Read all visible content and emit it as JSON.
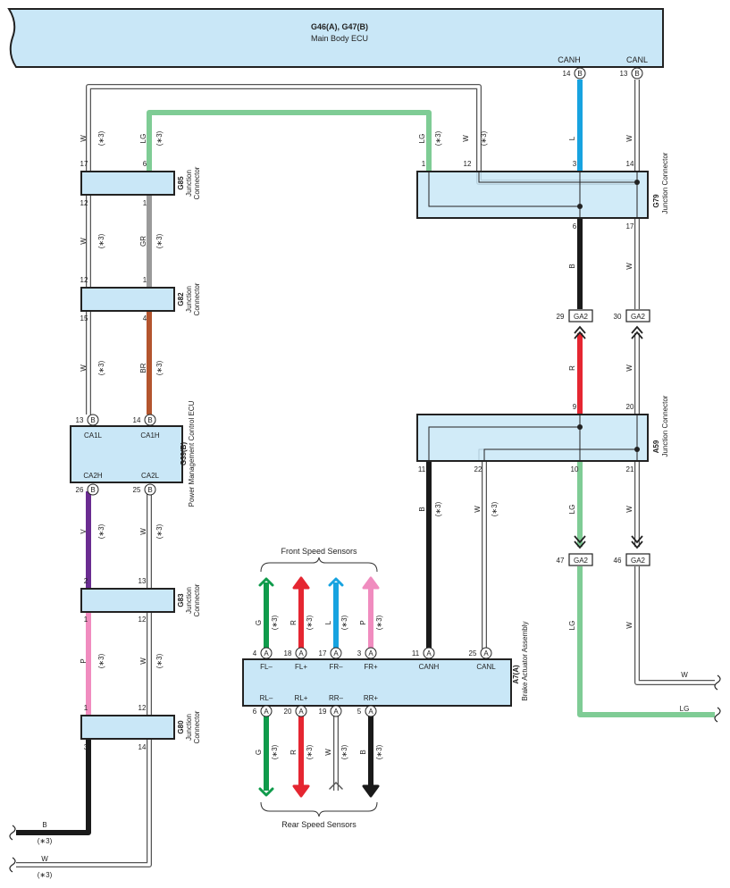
{
  "main_ecu": {
    "title": "G46(A), G47(B)",
    "subtitle": "Main Body ECU",
    "canh_label": "CANH",
    "canl_label": "CANL",
    "canh_pin": "14",
    "canl_pin": "13",
    "conn_letter": "B"
  },
  "junction_label": "Junction Connector",
  "junction_line1": "Junction",
  "junction_line2": "Connector",
  "note": "(∗3)",
  "g85": {
    "id": "G85",
    "pins": [
      "17",
      "6",
      "12",
      "1"
    ]
  },
  "g82": {
    "id": "G82",
    "pins": [
      "12",
      "1",
      "15",
      "4"
    ]
  },
  "g83": {
    "id": "G83",
    "pins": [
      "2",
      "13",
      "1",
      "12"
    ]
  },
  "g80": {
    "id": "G80",
    "pins": [
      "1",
      "12",
      "3",
      "14"
    ]
  },
  "g79": {
    "id": "G79",
    "pins": [
      "1",
      "12",
      "3",
      "14",
      "6",
      "17"
    ]
  },
  "a59": {
    "id": "A59",
    "pins": [
      "9",
      "20",
      "11",
      "22",
      "10",
      "21"
    ]
  },
  "ga2": {
    "label": "GA2",
    "pins": [
      "29",
      "30",
      "47",
      "46"
    ]
  },
  "pm_ecu": {
    "id": "G39(B)",
    "name": "Power Management Control ECU",
    "labels": [
      "CA1L",
      "CA1H",
      "CA2H",
      "CA2L"
    ],
    "pins": [
      "13",
      "14",
      "26",
      "25"
    ],
    "conn_letter": "B"
  },
  "brake": {
    "id": "A7(A)",
    "name": "Brake Actuator Assembly",
    "conn_letter": "A",
    "top_labels": [
      "FL–",
      "FL+",
      "FR–",
      "FR+",
      "CANH",
      "CANL"
    ],
    "top_pins": [
      "4",
      "18",
      "17",
      "3",
      "11",
      "25"
    ],
    "bottom_labels": [
      "RL–",
      "RL+",
      "RR–",
      "RR+"
    ],
    "bottom_pins": [
      "6",
      "20",
      "19",
      "5"
    ]
  },
  "front_sensors_label": "Front Speed Sensors",
  "rear_sensors_label": "Rear Speed Sensors",
  "wire_colors": {
    "W": "W",
    "LG": "LG",
    "GR": "GR",
    "BR": "BR",
    "V": "V",
    "P": "P",
    "B": "B",
    "L": "L",
    "R": "R",
    "G": "G"
  },
  "colors": {
    "box_fill": "#c9e7f7",
    "LG": "#7fcc95",
    "GR": "#9a9a9a",
    "BR": "#b4552e",
    "V": "#6a2c91",
    "P": "#f08cbf",
    "B": "#1a1a1a",
    "L": "#17a3e0",
    "R": "#e52631",
    "G": "#0f9b4b"
  }
}
